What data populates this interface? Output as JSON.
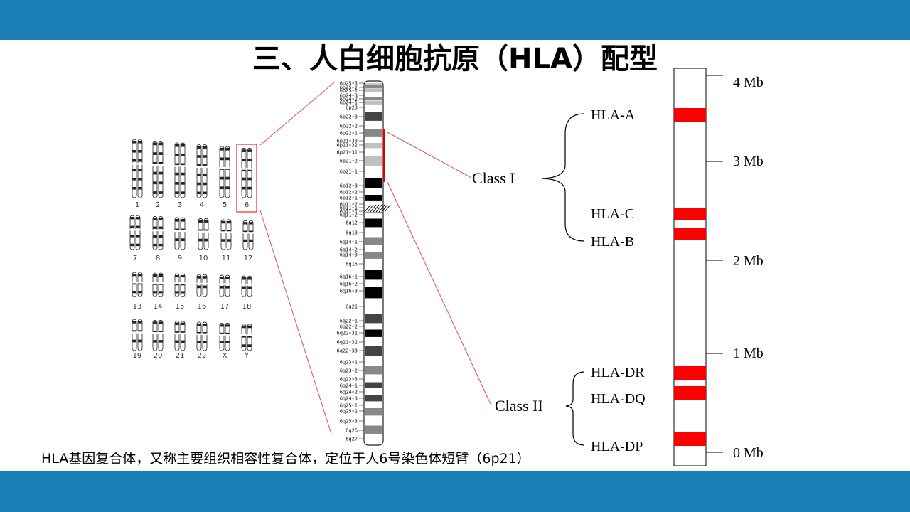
{
  "title": "三、人白细胞抗原（HLA）配型",
  "caption": "HLA基因复合体，又称主要组织相容性复合体，定位于人6号染色体短臂（6p21）",
  "colors": {
    "bar": "#1a7fb5",
    "highlight": "#ff0000",
    "leader_line": "#e05050"
  },
  "karyotype": {
    "row1": [
      "1",
      "2",
      "3",
      "4",
      "5",
      "6"
    ],
    "row2": [
      "7",
      "8",
      "9",
      "10",
      "11",
      "12"
    ],
    "row3": [
      "13",
      "14",
      "15",
      "16",
      "17",
      "18"
    ],
    "row4": [
      "19",
      "20",
      "21",
      "22",
      "X",
      "Y"
    ]
  },
  "ideogram_bands": [
    "6p25•3",
    "6p25•2",
    "6p25•1",
    "6p24•3",
    "6p24•2",
    "6p24•1",
    "6p23",
    "6p22•3",
    "6p22•2",
    "6p22•1",
    "6p21•33",
    "6p21•32",
    "6p21•31",
    "6p21•2",
    "6p21•1",
    "6p12•3",
    "6p12•2",
    "6p12•1",
    "6p11•2",
    "6p11•1",
    "6q11•1",
    "6q11•2",
    "6q12",
    "6q13",
    "6q14•1",
    "6q14•2",
    "6q14•3",
    "6q15",
    "6q16•1",
    "6q16•2",
    "6q16•3",
    "6q21",
    "6q22•1",
    "6q22•2",
    "6q22•31",
    "6q22•32",
    "6q22•33",
    "6q23•1",
    "6q23•2",
    "6q23•3",
    "6q24•1",
    "6q24•2",
    "6q24•3",
    "6q25•1",
    "6q25•2",
    "6q25•3",
    "6q26",
    "6q27"
  ],
  "classes": {
    "class1": "Class I",
    "class2": "Class II"
  },
  "genes": [
    "HLA-A",
    "HLA-C",
    "HLA-B",
    "HLA-DR",
    "HLA-DQ",
    "HLA-DP"
  ],
  "scale": [
    "4 Mb",
    "3 Mb",
    "2 Mb",
    "1 Mb",
    "0 Mb"
  ]
}
